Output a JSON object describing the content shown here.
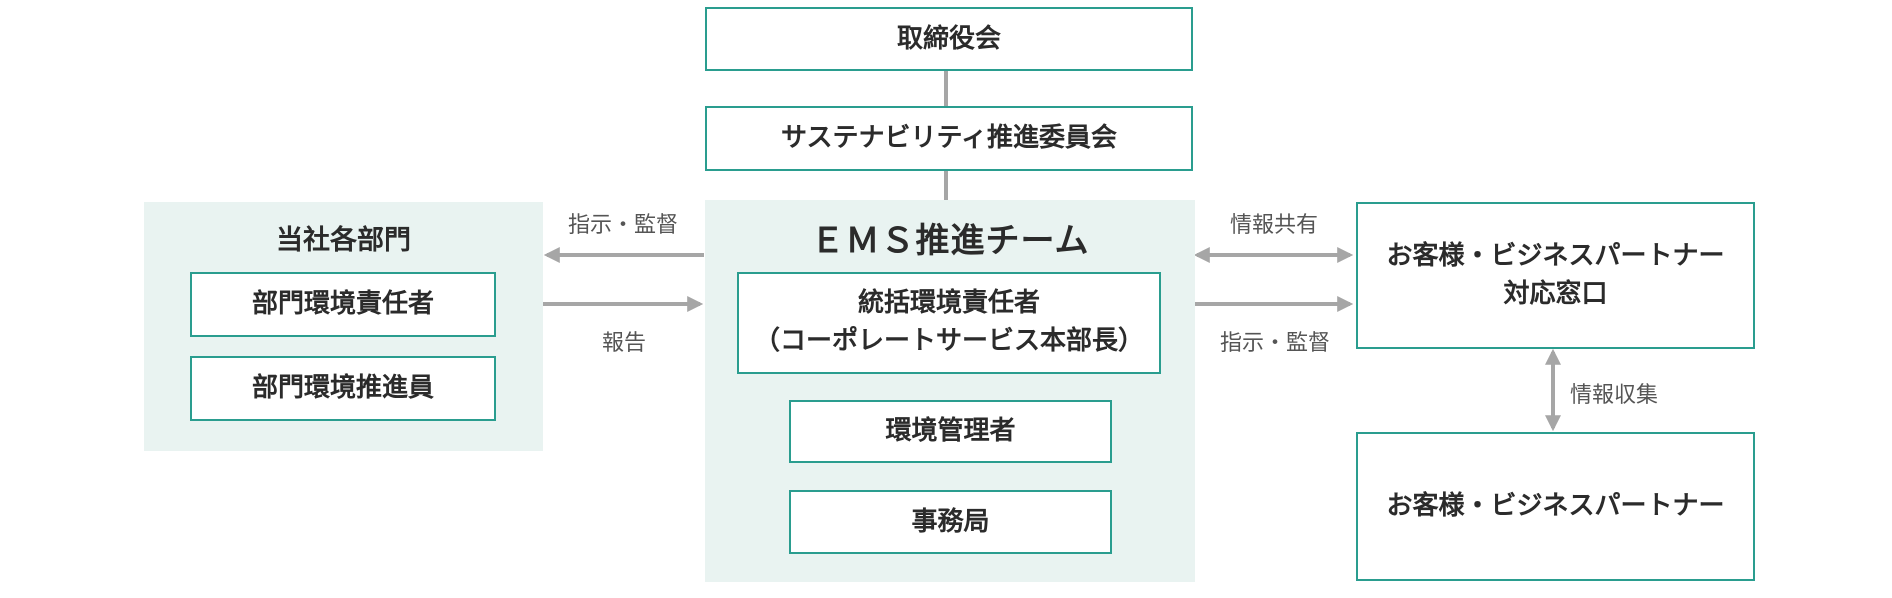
{
  "diagram": {
    "board": "取締役会",
    "committee": "サステナビリティ推進委員会",
    "left_group": {
      "title": "当社各部門",
      "items": [
        "部門環境責任者",
        "部門環境推進員"
      ]
    },
    "center_group": {
      "title": "ＥＭＳ推進チーム",
      "lead_line1": "統括環境責任者",
      "lead_line2": "（コーポレートサービス本部長）",
      "manager": "環境管理者",
      "secretariat": "事務局"
    },
    "contact_line1": "お客様・ビジネスパートナー",
    "contact_line2": "対応窓口",
    "partners": "お客様・ビジネスパートナー",
    "labels": {
      "instruct_left": "指示・監督",
      "report": "報告",
      "info_share": "情報共有",
      "instruct_right": "指示・監督",
      "info_collect": "情報収集"
    },
    "colors": {
      "border": "#2a9d8f",
      "panel": "#e9f3f1",
      "arrow": "#a6a6a6",
      "link": "#7a86c2"
    }
  }
}
